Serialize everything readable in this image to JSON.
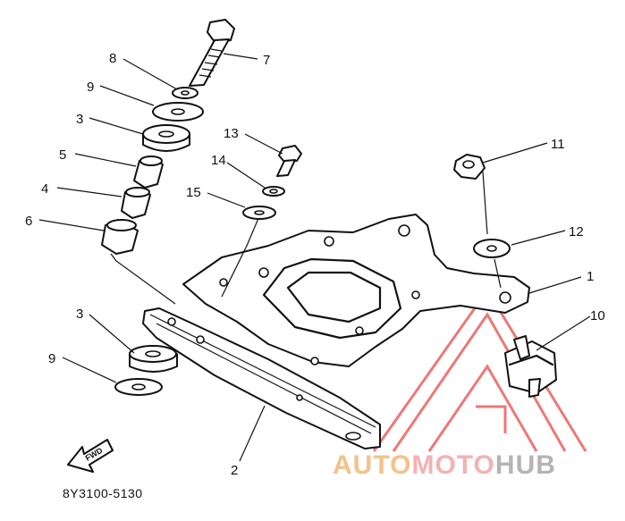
{
  "diagram": {
    "code": "8Y3100-5130",
    "fwd_label": "FWD",
    "callouts": [
      {
        "id": "c1",
        "label": "1"
      },
      {
        "id": "c2",
        "label": "2"
      },
      {
        "id": "c3a",
        "label": "3"
      },
      {
        "id": "c3b",
        "label": "3"
      },
      {
        "id": "c4",
        "label": "4"
      },
      {
        "id": "c5",
        "label": "5"
      },
      {
        "id": "c6",
        "label": "6"
      },
      {
        "id": "c7",
        "label": "7"
      },
      {
        "id": "c8",
        "label": "8"
      },
      {
        "id": "c9a",
        "label": "9"
      },
      {
        "id": "c9b",
        "label": "9"
      },
      {
        "id": "c10",
        "label": "10"
      },
      {
        "id": "c11",
        "label": "11"
      },
      {
        "id": "c12",
        "label": "12"
      },
      {
        "id": "c13",
        "label": "13"
      },
      {
        "id": "c14",
        "label": "14"
      },
      {
        "id": "c15",
        "label": "15"
      }
    ]
  },
  "watermark": {
    "part1": "AUTO",
    "part2": "MOTO",
    "part3": "HUB",
    "colors": {
      "auto": "#f2c28a",
      "moto": "#f2b2b2",
      "hub": "#b4b4b4",
      "logo": "#e84c4c"
    }
  }
}
